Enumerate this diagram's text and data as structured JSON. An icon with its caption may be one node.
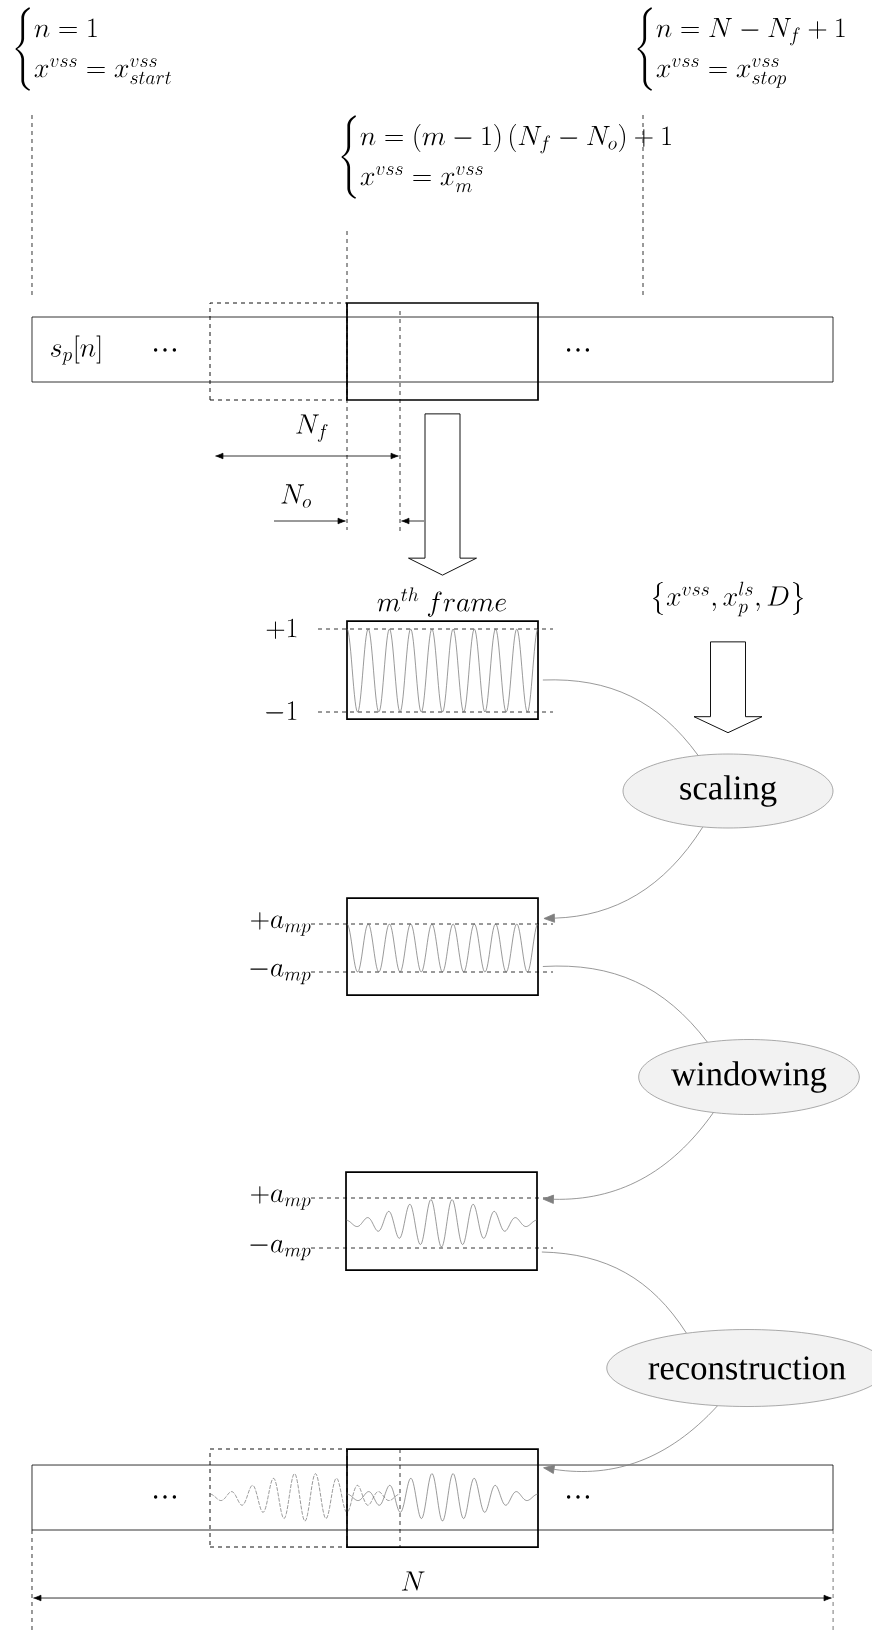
{
  "diagram": {
    "nodes": [
      {
        "text": [
          "s_p[n]",
          "…",
          "…"
        ]
      },
      {
        "text": [],
        "shape": "box"
      },
      {
        "text": [],
        "shape": "box"
      },
      {
        "text": [
          "m^{th}\\ frame"
        ],
        "beside": [
          "+1",
          "-1"
        ]
      },
      {
        "text": [
          "\\left\\{x^{vss},x_p^{ls},D\\right\\}"
        ]
      },
      {
        "text": [
          "scaling"
        ]
      },
      {
        "text": [],
        "shape": "box",
        "beside": [
          "+a_{mp}",
          "-a_{mp}"
        ]
      },
      {
        "text": [
          "windowing"
        ]
      },
      {
        "text": [],
        "shape": "box",
        "beside": [
          "+a_{mp}",
          "-a_{mp}"
        ]
      },
      {
        "text": [
          "reconstruction"
        ]
      },
      {
        "text": [
          "…",
          "…"
        ]
      },
      {
        "text": [],
        "shape": "box"
      },
      {
        "text": [],
        "shape": "box"
      }
    ],
    "edges": [
      {
        "from": 2,
        "to": 3,
        "arrow": "to",
        "color": "#000000"
      },
      {
        "from": 4,
        "to": 5,
        "arrow": "to",
        "color": "#000000"
      },
      {
        "from": 3,
        "to": 5,
        "arrow": "none"
      },
      {
        "from": 5,
        "to": 6,
        "arrow": "to"
      },
      {
        "from": 6,
        "to": 7,
        "arrow": "none"
      },
      {
        "from": 7,
        "to": 8,
        "arrow": "to"
      },
      {
        "from": 8,
        "to": 9,
        "arrow": "none"
      },
      {
        "from": 9,
        "to": 10,
        "arrow": "to"
      }
    ],
    "labels": [
      "\\begin{cases} n=1 \\\\ x^{vss}=x^{vss}_{start} \\end{cases}",
      "\\begin{cases} n=(m-1)\\left(N_f-N_o\\right)+1 \\\\ x^{vss}=x^{vss}_{m} \\end{cases}",
      "\\begin{cases} n=N-N_f+1 \\\\ x^{vss}=x^{vss}_{stop} \\end{cases}",
      "N_f",
      "N_o",
      "N"
    ]
  }
}
